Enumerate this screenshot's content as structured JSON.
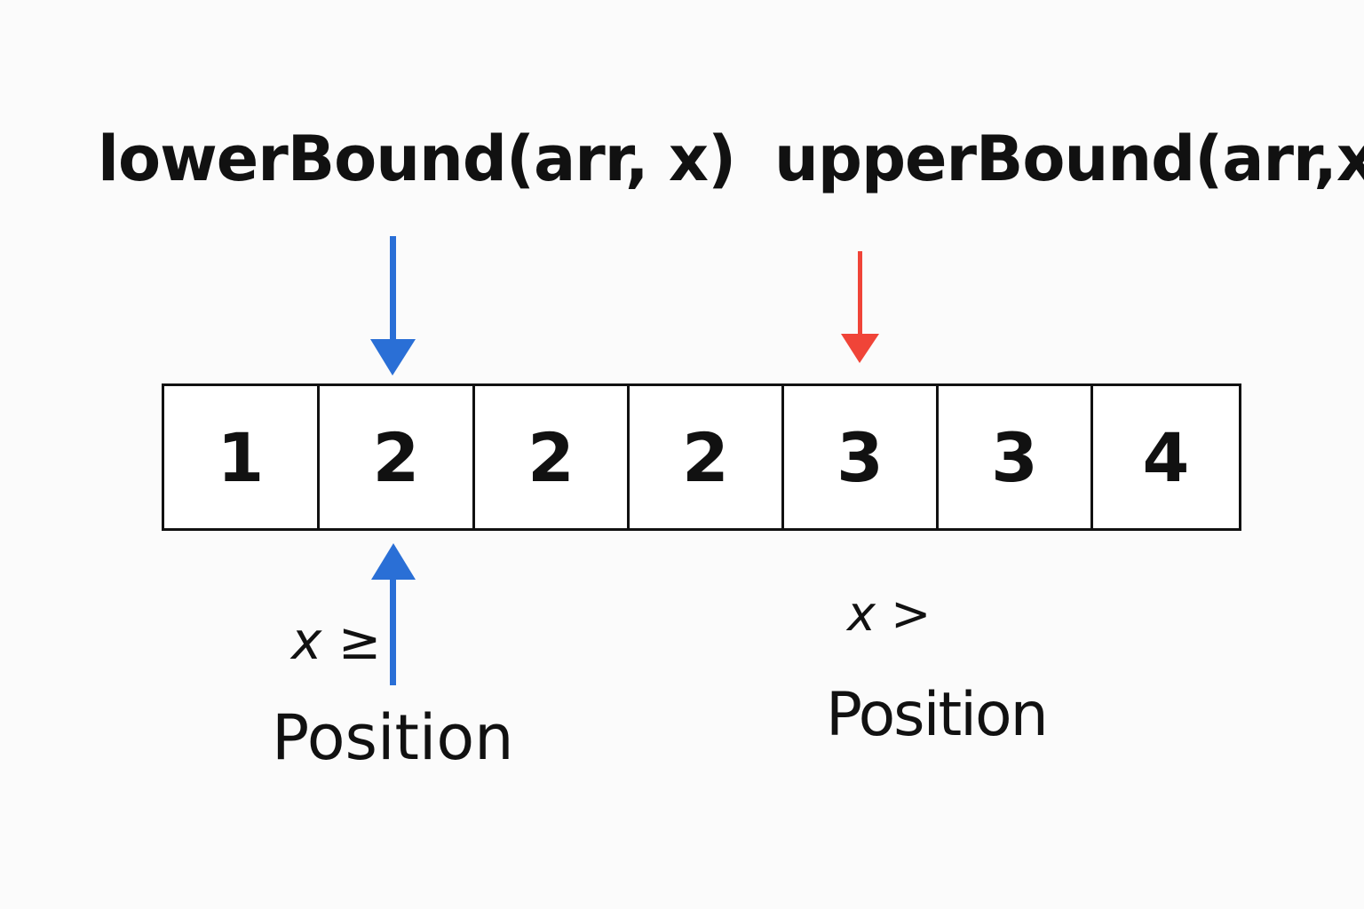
{
  "titles": {
    "lower": "lowerBound(arr, x)",
    "upper": "upperBound(arr,x)"
  },
  "array": {
    "values": [
      "1",
      "2",
      "2",
      "2",
      "3",
      "3",
      "4"
    ]
  },
  "lower_label": {
    "var": "x",
    "op": "≥",
    "position": "Position"
  },
  "upper_label": {
    "var": "x",
    "op": ">",
    "position": "Position"
  },
  "colors": {
    "lower_arrow": "#2a6fd6",
    "upper_arrow": "#f04438",
    "text": "#111111",
    "background": "#fbfbfb"
  }
}
